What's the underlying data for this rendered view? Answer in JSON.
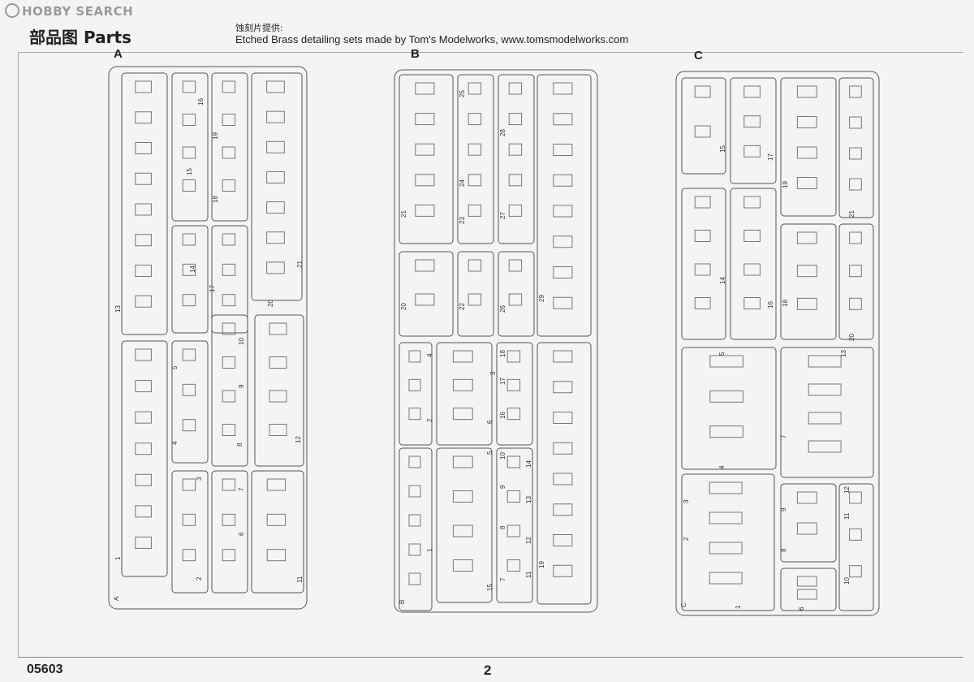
{
  "watermark": "HOBBY SEARCH",
  "header": {
    "title": "部品图  Parts",
    "note_cn": "蚀刻片提供:",
    "note_en": "Etched Brass detailing sets made by Tom's Modelworks, www.tomsmodelworks.com"
  },
  "sprues": [
    {
      "label": "A",
      "parts": [
        "16",
        "19",
        "15",
        "18",
        "14",
        "17",
        "21",
        "20",
        "13",
        "5",
        "10",
        "9",
        "8",
        "4",
        "12",
        "3",
        "7",
        "6",
        "2",
        "1",
        "11"
      ]
    },
    {
      "label": "B",
      "parts": [
        "25",
        "28",
        "21",
        "24",
        "23",
        "27",
        "20",
        "22",
        "26",
        "29",
        "4",
        "18",
        "17",
        "2",
        "16",
        "6",
        "3",
        "1",
        "10",
        "14",
        "9",
        "13",
        "8",
        "12",
        "11",
        "7",
        "5",
        "15",
        "19"
      ]
    },
    {
      "label": "C",
      "parts": [
        "15",
        "17",
        "19",
        "21",
        "14",
        "16",
        "18",
        "20",
        "5",
        "13",
        "4",
        "7",
        "3",
        "9",
        "12",
        "11",
        "2",
        "8",
        "10",
        "1",
        "6"
      ]
    }
  ],
  "footer": {
    "kit_number": "05603",
    "page_number": "2"
  },
  "colors": {
    "line": "#555555",
    "background": "#f4f4f2"
  }
}
